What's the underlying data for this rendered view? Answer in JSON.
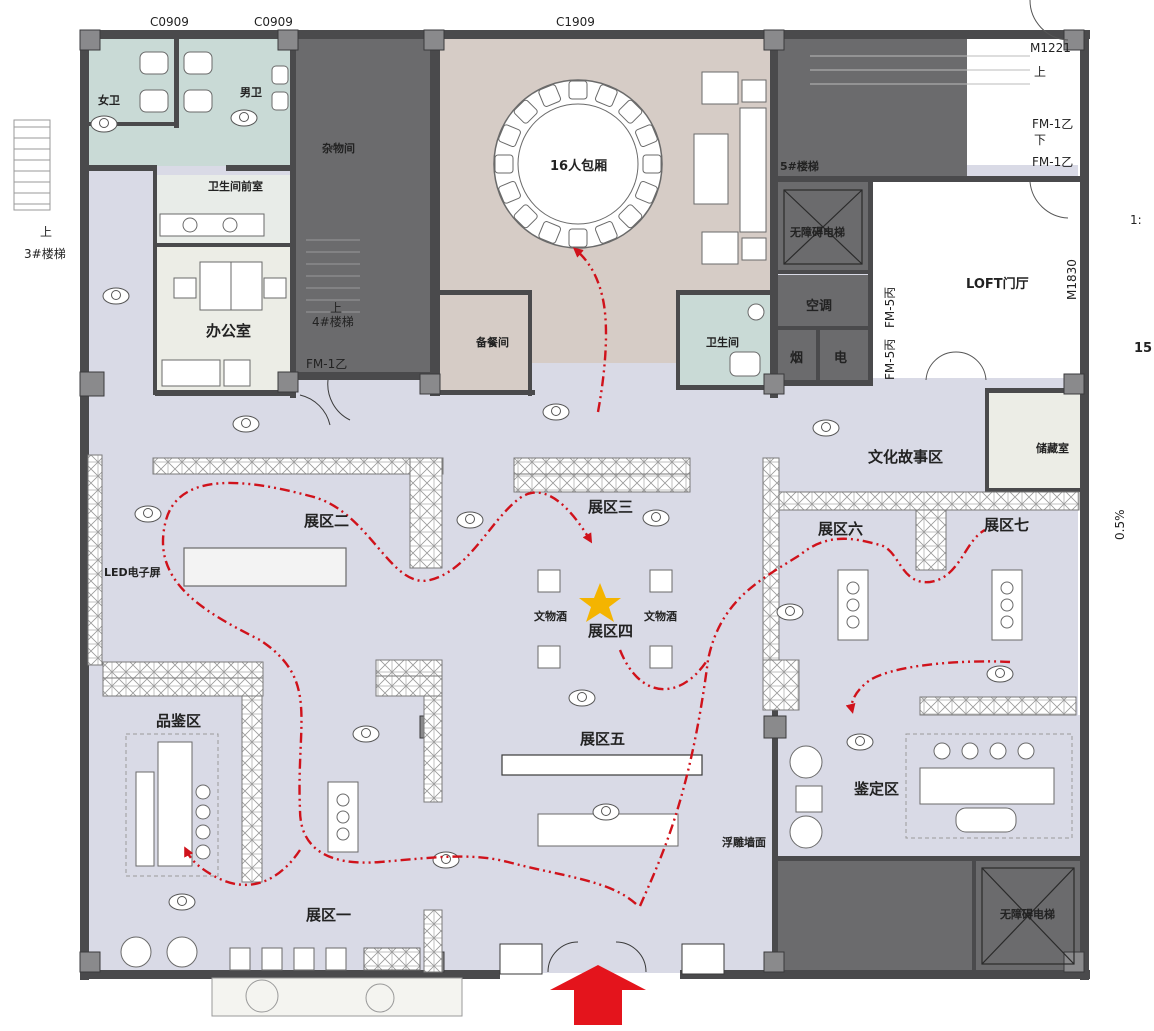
{
  "floorplan": {
    "top_labels": {
      "c0909_a": "C0909",
      "c0909_b": "C0909",
      "c1909": "C1909",
      "m1221": "M1221"
    },
    "rooms": {
      "womens_wc": "女卫",
      "mens_wc": "男卫",
      "restroom_lobby": "卫生间前室",
      "storage_misc": "杂物间",
      "private_room": "16人包厢",
      "stair5": "5#楼梯",
      "barrier_free_elevator_top": "无障碍电梯",
      "loft_hall": "LOFT门厅",
      "aircon": "空调",
      "smoke": "烟",
      "electric": "电",
      "office": "办公室",
      "prep_room": "备餐间",
      "restroom": "卫生间",
      "storage_room": "储藏室",
      "barrier_free_elevator_bottom": "无障碍电梯"
    },
    "stairs": {
      "stair3_up": "上",
      "stair3": "3#楼梯",
      "stair4_up": "上",
      "stair4": "4#楼梯",
      "stair5_up": "上",
      "stair5_down": "下"
    },
    "door_codes": {
      "fm1_left": "FM-1乙",
      "fm1_a": "FM-1乙",
      "fm1_b": "FM-1乙",
      "fm5_a": "FM-5丙",
      "fm5_b": "FM-5丙",
      "m1830": "M1830"
    },
    "zones": {
      "culture_story": "文化故事区",
      "zone1": "展区一",
      "zone2": "展区二",
      "zone3": "展区三",
      "zone4": "展区四",
      "zone5": "展区五",
      "zone6": "展区六",
      "zone7": "展区七",
      "tasting": "品鉴区",
      "appraisal": "鉴定区"
    },
    "features": {
      "led_screen": "LED电子屏",
      "relic_wine_left": "文物酒",
      "relic_wine_right": "文物酒",
      "relief_wall": "浮雕墙面",
      "slope": "0.5%"
    },
    "edge_fragments": {
      "scale": "1:",
      "number": "15"
    },
    "colors": {
      "floor": "#d9dae6",
      "wall": "#5a5a5c",
      "private_room": "#d6ccc6",
      "wc_tile": "#c9dad6",
      "dark_room": "#6b6b6d",
      "office_floor": "#ecede6",
      "route": "#d0121b",
      "entrance_arrow": "#e4141c",
      "star": "#f4b400"
    }
  }
}
